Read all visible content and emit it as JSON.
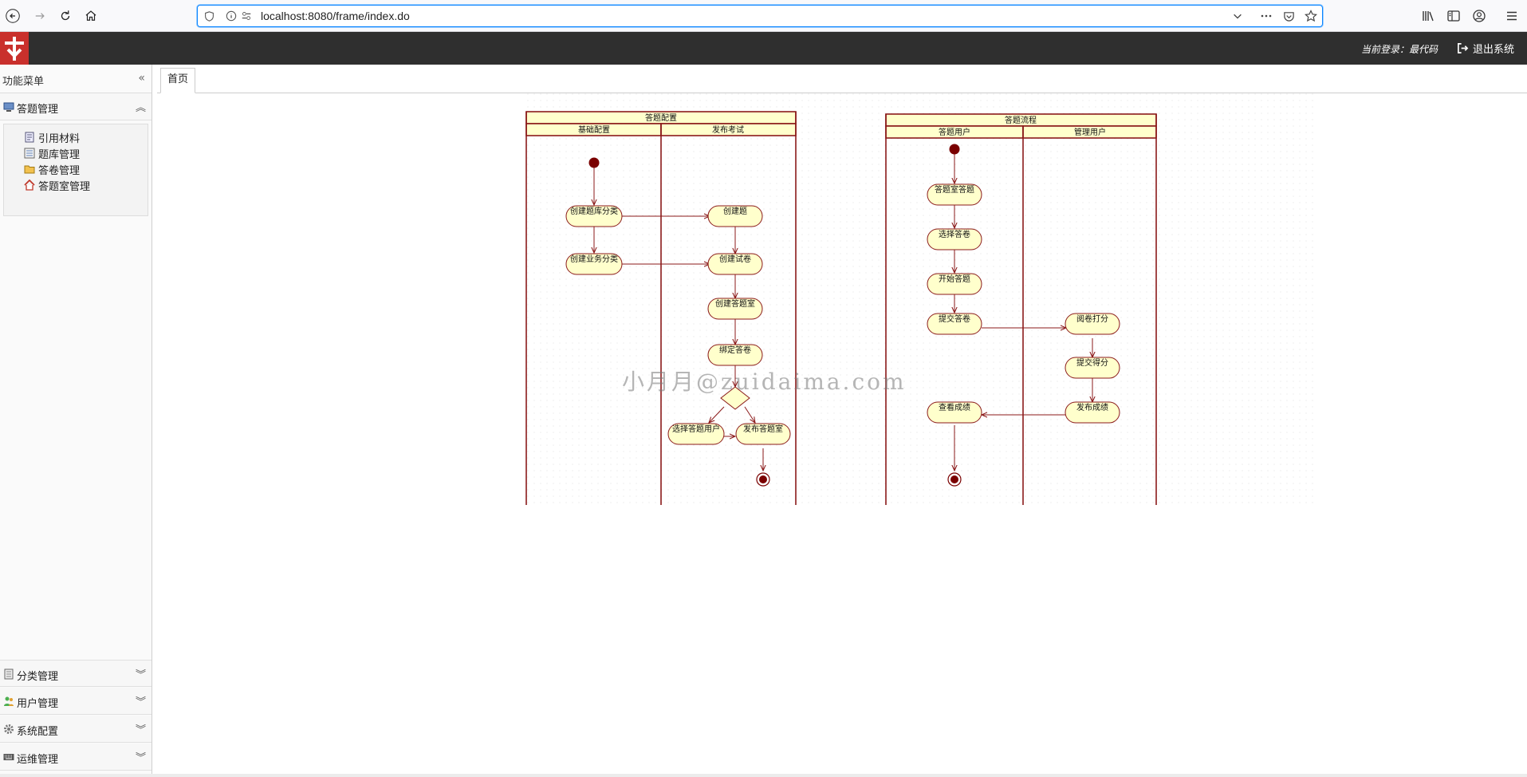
{
  "browser": {
    "url": "localhost:8080/frame/index.do"
  },
  "header": {
    "current_login": "当前登录：最代码",
    "logout_label": "退出系统"
  },
  "sidebar": {
    "title": "功能菜单",
    "groups": [
      {
        "label": "答题管理",
        "icon": "computer-icon",
        "expanded": true,
        "items": [
          {
            "label": "引用材料",
            "icon": "book-icon"
          },
          {
            "label": "题库管理",
            "icon": "list-icon"
          },
          {
            "label": "答卷管理",
            "icon": "folder-icon"
          },
          {
            "label": "答题室管理",
            "icon": "house-icon"
          }
        ]
      },
      {
        "label": "分类管理",
        "icon": "categories-icon",
        "expanded": false
      },
      {
        "label": "用户管理",
        "icon": "users-icon",
        "expanded": false
      },
      {
        "label": "系统配置",
        "icon": "gear-icon",
        "expanded": false
      },
      {
        "label": "运维管理",
        "icon": "keyboard-icon",
        "expanded": false
      }
    ]
  },
  "tabs": [
    {
      "label": "首页",
      "active": true
    }
  ],
  "diagram": {
    "left": {
      "title": "答题配置",
      "lanes": [
        "基础配置",
        "发布考试"
      ],
      "nodes": {
        "n1": "创建题库分类",
        "n2": "创建业务分类",
        "n3": "创建题",
        "n4": "创建试卷",
        "n5": "创建答题室",
        "n6": "绑定答卷",
        "n7": "选择答题用户",
        "n8": "发布答题室"
      }
    },
    "right": {
      "title": "答题流程",
      "lanes": [
        "答题用户",
        "管理用户"
      ],
      "nodes": {
        "m1": "答题室答题",
        "m2": "选择答卷",
        "m3": "开始答题",
        "m4": "提交答卷",
        "m5": "阅卷打分",
        "m6": "提交得分",
        "m7": "发布成绩",
        "m8": "查看成绩"
      }
    }
  },
  "watermark": "小月月@zuidaima.com",
  "colors": {
    "header_bg": "#2f2f2f",
    "logo_bg": "#c9302c",
    "uml_border": "#8b1a1a",
    "uml_fill": "#ffffcc",
    "uml_node": "#7a0000"
  }
}
